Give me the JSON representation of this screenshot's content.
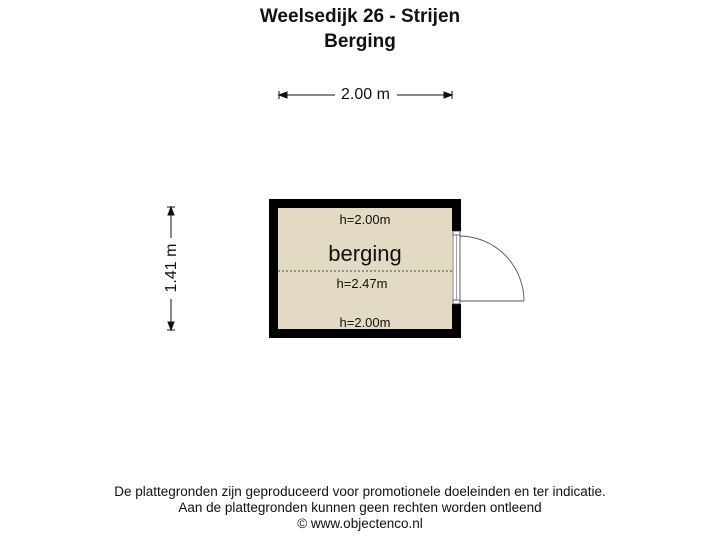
{
  "header": {
    "address": "Weelsedijk 26 - Strijen",
    "room_title": "Berging"
  },
  "dimensions": {
    "width_label": "2.00 m",
    "depth_label": "1.41 m"
  },
  "room": {
    "name": "berging",
    "heights": {
      "top": "h=2.00m",
      "ridge": "h=2.47m",
      "bottom": "h=2.00m"
    }
  },
  "colors": {
    "floor": "#e2dac3",
    "wall": "#000000",
    "background": "#ffffff"
  },
  "footer": {
    "line1": "De plattegronden zijn geproduceerd voor promotionele doeleinden en ter indicatie.",
    "line2": "Aan de plattegronden kunnen geen rechten worden ontleend",
    "line3": "© www.objectenco.nl"
  }
}
